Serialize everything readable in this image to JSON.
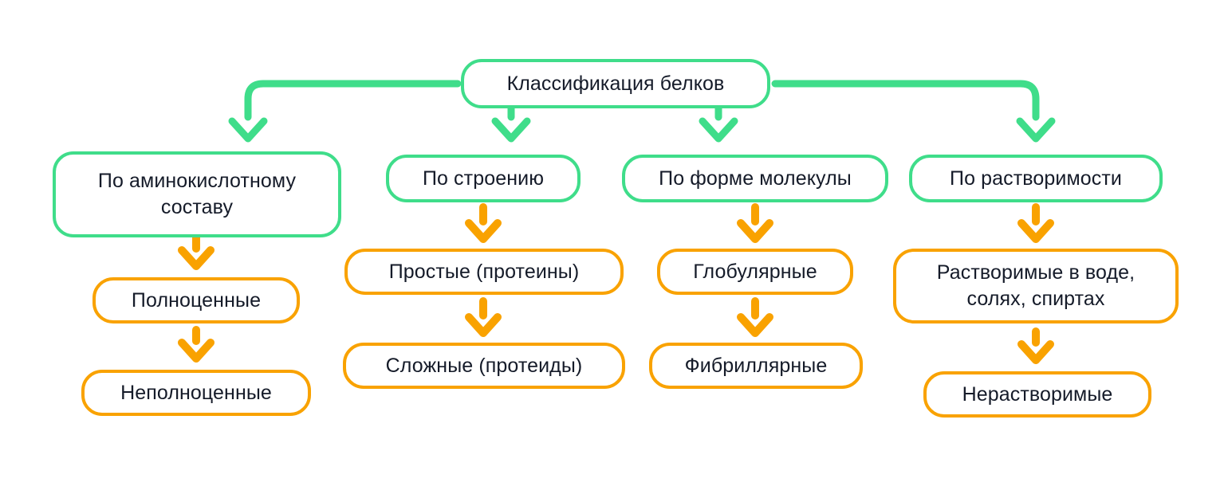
{
  "diagram": {
    "title": "Классификация белков",
    "colors": {
      "green": "#3fdd8a",
      "orange": "#f9a200",
      "text": "#151b29",
      "background": "#ffffff"
    },
    "root": {
      "id": "root",
      "label": "Классификация белков",
      "color": "green"
    },
    "branches": [
      {
        "id": "branch-amino-acid-composition",
        "heading": {
          "id": "node-amino-acid-composition",
          "label": "По аминокислотному\nсоставу",
          "color": "green"
        },
        "children": [
          {
            "id": "node-complete",
            "label": "Полноценные",
            "color": "orange"
          },
          {
            "id": "node-incomplete",
            "label": "Неполноценные",
            "color": "orange"
          }
        ]
      },
      {
        "id": "branch-structure",
        "heading": {
          "id": "node-structure",
          "label": "По строению",
          "color": "green"
        },
        "children": [
          {
            "id": "node-simple-proteins",
            "label": "Простые (протеины)",
            "color": "orange"
          },
          {
            "id": "node-complex-proteids",
            "label": "Сложные (протеиды)",
            "color": "orange"
          }
        ]
      },
      {
        "id": "branch-molecule-shape",
        "heading": {
          "id": "node-molecule-shape",
          "label": "По форме молекулы",
          "color": "green"
        },
        "children": [
          {
            "id": "node-globular",
            "label": "Глобулярные",
            "color": "orange"
          },
          {
            "id": "node-fibrillar",
            "label": "Фибриллярные",
            "color": "orange"
          }
        ]
      },
      {
        "id": "branch-solubility",
        "heading": {
          "id": "node-solubility",
          "label": "По растворимости",
          "color": "green"
        },
        "children": [
          {
            "id": "node-soluble",
            "label": "Растворимые в воде,\nсолях, спиртах",
            "color": "orange"
          },
          {
            "id": "node-insoluble",
            "label": "Нерастворимые",
            "color": "orange"
          }
        ]
      }
    ]
  }
}
